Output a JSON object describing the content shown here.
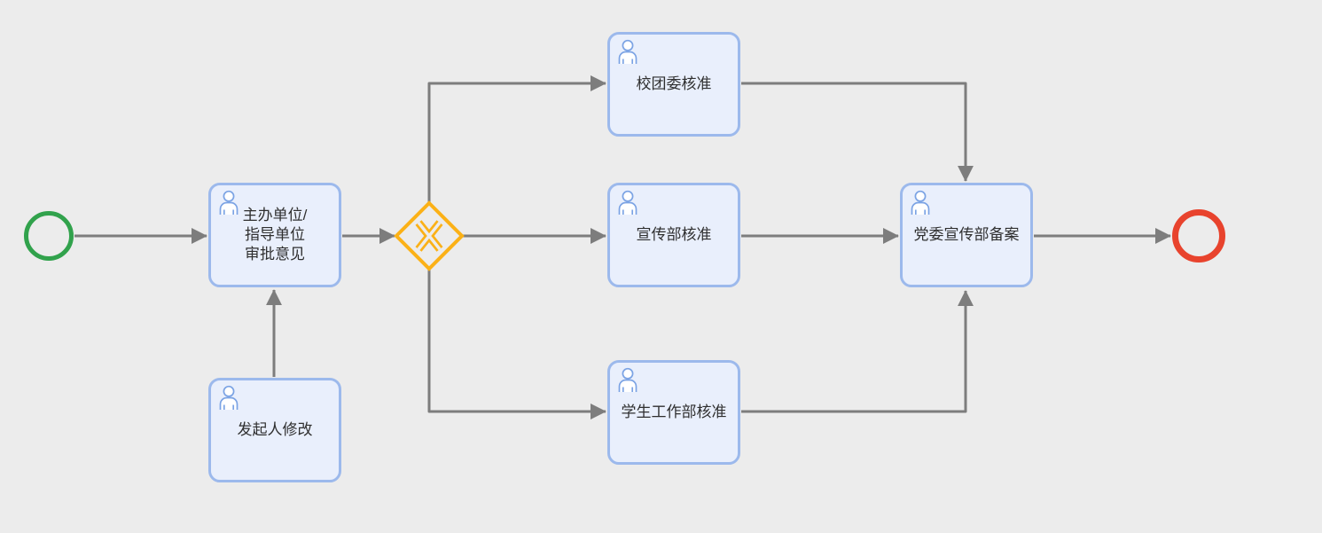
{
  "colors": {
    "canvas_bg": "#ececec",
    "task_fill": "#e9effc",
    "task_border": "#9cb9ec",
    "task_text": "#2f2f2f",
    "icon_blue": "#7ba3e4",
    "flow_gray": "#7d7d7d",
    "start_green": "#31a24c",
    "end_red": "#e8432d",
    "gateway_orange": "#fbb117"
  },
  "nodes": {
    "start_event": {
      "type": "start-event"
    },
    "approval_opinion": {
      "type": "user-task",
      "label": "主办单位/指导单位审批意见",
      "label_lines": [
        "主办单位/",
        "指导单位",
        "审批意见"
      ]
    },
    "initiator_modify": {
      "type": "user-task",
      "label": "发起人修改"
    },
    "exclusive_gateway": {
      "type": "exclusive-gateway",
      "symbol": "X"
    },
    "youth_league": {
      "type": "user-task",
      "label": "校团委核准"
    },
    "propaganda": {
      "type": "user-task",
      "label": "宣传部核准"
    },
    "student_affairs": {
      "type": "user-task",
      "label": "学生工作部核准"
    },
    "party_filing": {
      "type": "user-task",
      "label": "党委宣传部备案"
    },
    "end_event": {
      "type": "end-event"
    }
  }
}
